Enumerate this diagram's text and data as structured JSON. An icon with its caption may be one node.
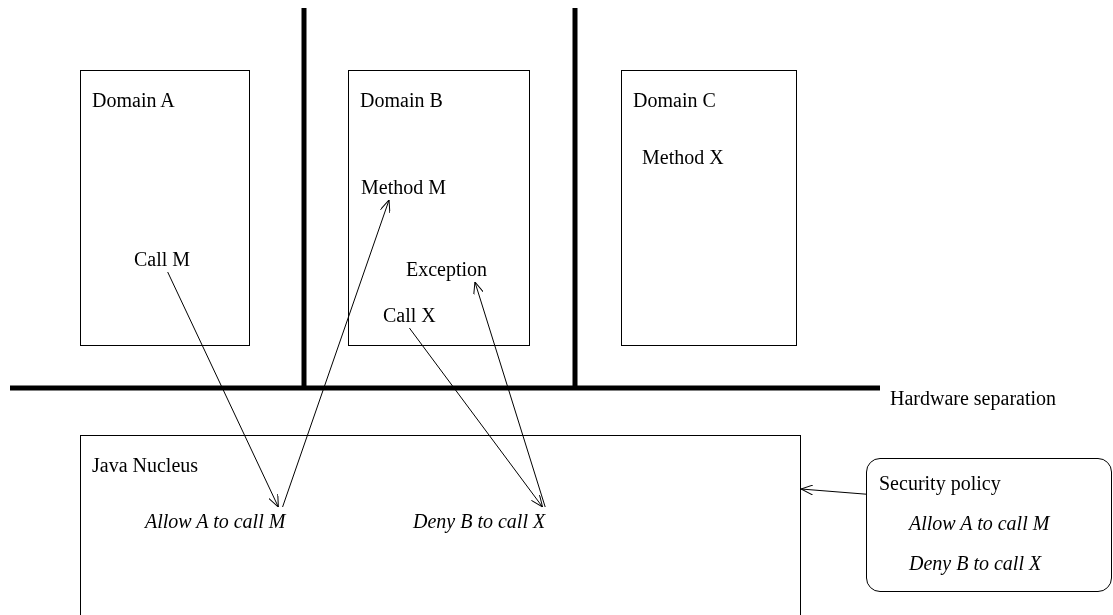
{
  "diagram": {
    "nodes": [
      {
        "text": [
          "Domain A"
        ]
      },
      {
        "text": [
          "Call M"
        ],
        "in": 0
      },
      {
        "text": [
          "Domain B"
        ]
      },
      {
        "text": [
          "Method M"
        ],
        "in": 2
      },
      {
        "text": [
          "Exception"
        ],
        "in": 2
      },
      {
        "text": [
          "Call X"
        ],
        "in": 2
      },
      {
        "text": [
          "Domain C"
        ]
      },
      {
        "text": [
          "Method X"
        ],
        "in": 6
      },
      {
        "text": [
          "Java Nucleus"
        ]
      },
      {
        "text": [
          "Allow A to call M"
        ],
        "in": 8
      },
      {
        "text": [
          "Deny B to call X"
        ],
        "in": 8
      },
      {
        "text": [
          "Security policy",
          "Allow A to call M",
          "Deny B to call X"
        ]
      }
    ],
    "edges": [
      {
        "from": 1,
        "to": 9,
        "arrow": "to"
      },
      {
        "from": 9,
        "to": 3,
        "arrow": "to"
      },
      {
        "from": 5,
        "to": 10,
        "arrow": "to"
      },
      {
        "from": 10,
        "to": 4,
        "arrow": "to"
      },
      {
        "from": 11,
        "to": 8,
        "arrow": "to"
      }
    ],
    "labels": [
      "Hardware separation"
    ]
  }
}
